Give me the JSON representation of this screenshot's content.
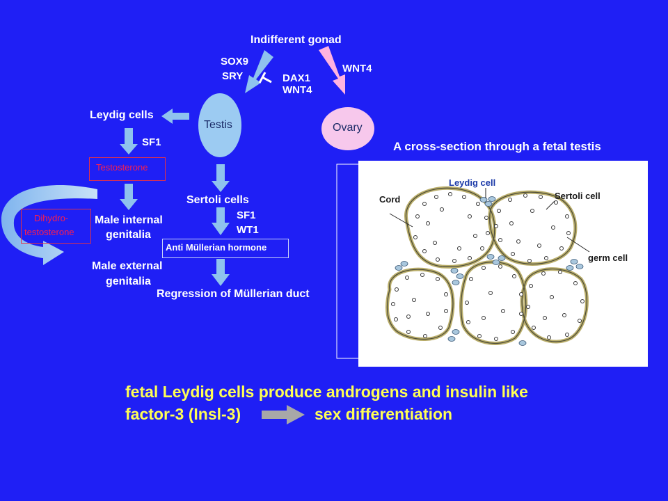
{
  "diagram": {
    "indifferent_gonad": "Indifferent gonad",
    "sox9": "SOX9",
    "sry": "SRY",
    "dax1": "DAX1",
    "wnt4_inhib": "WNT4",
    "wnt4_ovary": "WNT4",
    "testis": "Testis",
    "ovary": "Ovary",
    "leydig_cells": "Leydig cells",
    "sf1_left": "SF1",
    "testosterone": "Testosterone",
    "dihydro_line1": "Dihydro-",
    "dihydro_line2": "testosterone",
    "male_internal_1": "Male internal",
    "male_internal_2": "genitalia",
    "male_external_1": "Male external",
    "male_external_2": "genitalia",
    "sertoli_cells": "Sertoli cells",
    "sf1_right": "SF1",
    "wt1": "WT1",
    "amh": "Anti Müllerian hormone",
    "regression": "Regression of Müllerian duct"
  },
  "cross_section": {
    "title": "A cross-section through a fetal testis",
    "labels": {
      "leydig_cell": "Leydig cell",
      "cord": "Cord",
      "sertoli_cell": "Sertoli cell",
      "germ_cell": "germ cell"
    }
  },
  "caption": {
    "line1": "fetal Leydig cells produce androgens and insulin like",
    "line2_left": "factor-3 (Insl-3)",
    "line2_right": "sex differentiation"
  },
  "colors": {
    "background": "#1f1ff5",
    "arrow": "#8fc3ee",
    "testis_fill": "#9ccbf2",
    "ovary_fill": "#f7c8ec",
    "caption": "#ffff55",
    "red_text": "#ff1f4a"
  }
}
